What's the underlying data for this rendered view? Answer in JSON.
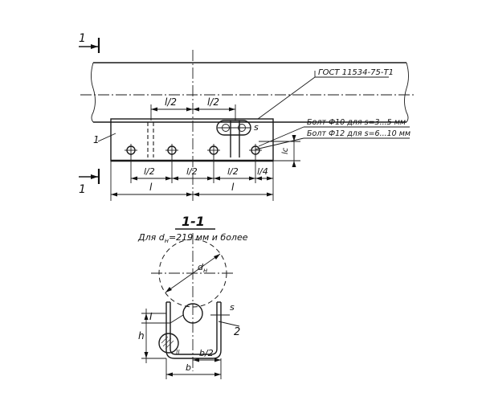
{
  "top_view": {
    "section_mark_top": "1",
    "section_mark_bottom": "1",
    "standard_label": "ГОСТ 11534-75-Т1",
    "callout_1": "1",
    "dim_l_half_left": "l/2",
    "dim_l_half_right": "l/2",
    "dim_s": "s",
    "bolt_note_1": "Болт Ф10 для s=3...5 мм",
    "bolt_note_2": "Болт Ф12 для s=6...10 мм",
    "dim_l_c": "lc",
    "dim_bottom_l2_a": "l/2",
    "dim_bottom_l2_b": "l/2",
    "dim_bottom_l2_c": "l/2",
    "dim_bottom_l4": "l/4",
    "dim_bottom_l_left": "l",
    "dim_bottom_l_right": "l"
  },
  "section_view": {
    "title": "1-1",
    "subtitle_prefix": "Для d",
    "subtitle_sub": "н",
    "subtitle_suffix": "=219 мм и более",
    "dim_d": "d",
    "dim_d_sub": "н",
    "dim_s": "s",
    "callout_2": "2",
    "callout_I": "I",
    "dim_h": "h",
    "dim_b": "b",
    "dim_b_half": "b/2",
    "dim_ll": "ll"
  }
}
